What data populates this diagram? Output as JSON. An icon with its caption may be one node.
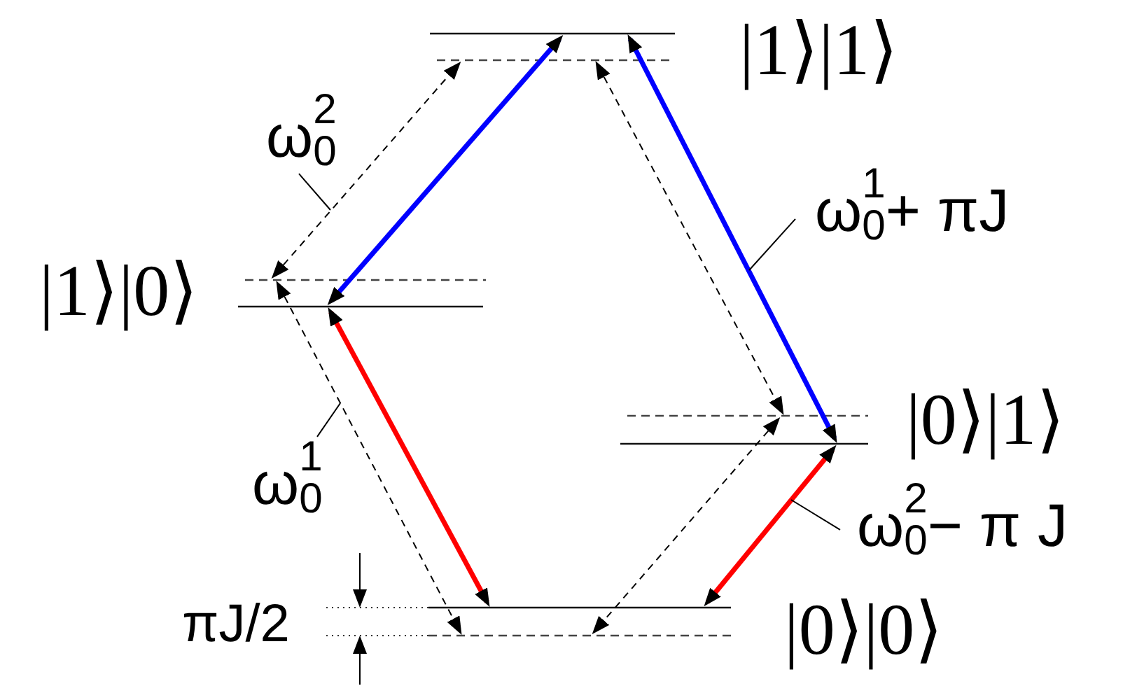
{
  "diagram": {
    "nodes": [
      {
        "text": [],
        "shape": "line",
        "beside": [
          "|1⟩|1⟩"
        ]
      },
      {
        "text": [],
        "shape": "line"
      },
      {
        "text": [
          "ω$_{0}$$^{2}$"
        ]
      },
      {
        "text": [
          "ω$_{0}$$^{1}$+ πJ"
        ]
      },
      {
        "text": [],
        "shape": "line"
      },
      {
        "text": [],
        "shape": "line",
        "beside": [
          "|1⟩|0⟩"
        ]
      },
      {
        "text": [],
        "shape": "line"
      },
      {
        "text": [],
        "shape": "line",
        "beside": [
          "|0⟩|1⟩"
        ]
      },
      {
        "text": [
          "ω$_{0}$$^{1}$"
        ]
      },
      {
        "text": [
          "ω$_{0}$$^{2}$− π J"
        ]
      },
      {
        "text": [],
        "shape": "line",
        "beside": [
          "|0⟩|0⟩"
        ]
      },
      {
        "text": [],
        "shape": "line"
      }
    ],
    "edges": [
      {
        "from": 4,
        "to": 1,
        "arrow": "both",
        "style": "dashed"
      },
      {
        "from": 1,
        "to": 6,
        "arrow": "both",
        "style": "dashed"
      },
      {
        "from": 4,
        "to": 11,
        "arrow": "both",
        "style": "dashed"
      },
      {
        "from": 6,
        "to": 11,
        "arrow": "both",
        "style": "dashed"
      },
      {
        "from": 5,
        "to": 0,
        "arrow": "both",
        "style": "thick",
        "color": "#0000ff"
      },
      {
        "from": 0,
        "to": 7,
        "arrow": "both",
        "style": "thick",
        "color": "#0000ff"
      },
      {
        "from": 5,
        "to": 10,
        "arrow": "both",
        "style": "thick",
        "color": "#ff0000"
      },
      {
        "from": 7,
        "to": 10,
        "arrow": "both",
        "style": "thick",
        "color": "#ff0000"
      },
      {
        "from": 2,
        "to": null,
        "arrow": "none"
      },
      {
        "from": 3,
        "to": null,
        "arrow": "none"
      },
      {
        "from": 8,
        "to": null,
        "arrow": "none"
      },
      {
        "from": 9,
        "to": null,
        "arrow": "none"
      }
    ],
    "labels": [
      "πJ/2"
    ]
  }
}
